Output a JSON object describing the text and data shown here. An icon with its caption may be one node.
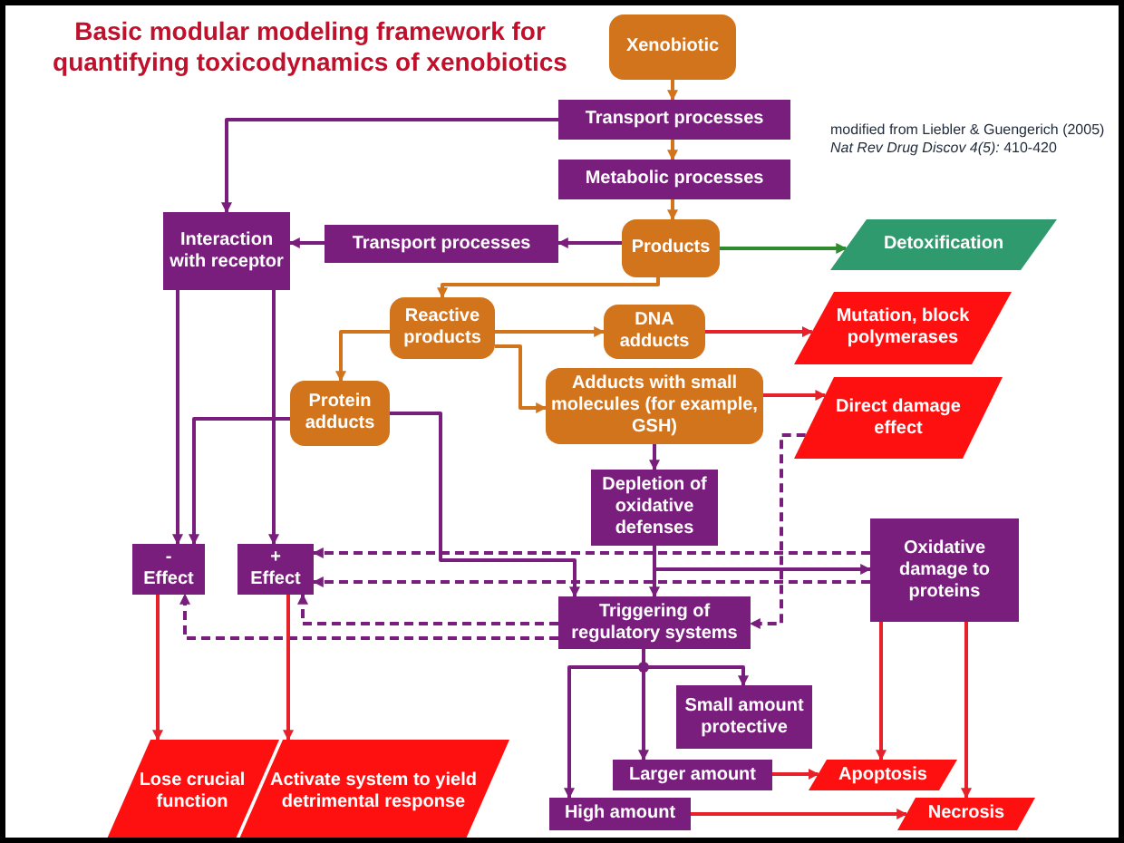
{
  "diagram": {
    "title": "Basic modular modeling framework for quantifying toxicodynamics of xenobiotics",
    "nodes": [
      {
        "text": [
          "Xenobiotic"
        ]
      },
      {
        "text": [
          "Transport processes"
        ]
      },
      {
        "text": [
          "Metabolic processes"
        ]
      },
      {
        "text": [
          "Products"
        ]
      },
      {
        "text": [
          "Detoxification"
        ]
      },
      {
        "text": [
          "Interaction with receptor"
        ]
      },
      {
        "text": [
          "Transport processes"
        ]
      },
      {
        "text": [
          "Reactive products"
        ]
      },
      {
        "text": [
          "DNA adducts"
        ]
      },
      {
        "text": [
          "Mutation, block polymerases"
        ]
      },
      {
        "text": [
          "Protein adducts"
        ]
      },
      {
        "text": [
          "Adducts with small molecules (for example, GSH)"
        ]
      },
      {
        "text": [
          "Direct damage effect"
        ]
      },
      {
        "text": [
          "Depletion of oxidative defenses"
        ]
      },
      {
        "text": [
          "-",
          "Effect"
        ]
      },
      {
        "text": [
          "+",
          "Effect"
        ]
      },
      {
        "text": [
          "Oxidative damage to proteins"
        ]
      },
      {
        "text": [
          "Triggering of regulatory systems"
        ]
      },
      {
        "text": [
          "Small amount protective"
        ]
      },
      {
        "text": [
          "Larger amount"
        ]
      },
      {
        "text": [
          "Apoptosis"
        ]
      },
      {
        "text": [
          "High amount"
        ]
      },
      {
        "text": [
          "Necrosis"
        ]
      },
      {
        "text": [
          "Lose crucial function"
        ]
      },
      {
        "text": [
          "Activate system to yield detrimental response"
        ]
      }
    ],
    "edges": [
      {
        "from": 0,
        "to": 1,
        "arrow": "to",
        "color": "#d2741c"
      },
      {
        "from": 1,
        "to": 2,
        "arrow": "to",
        "color": "#d2741c"
      },
      {
        "from": 2,
        "to": 3,
        "arrow": "to",
        "color": "#d2741c"
      },
      {
        "from": 1,
        "to": 5,
        "arrow": "to"
      },
      {
        "from": 3,
        "to": 6,
        "arrow": "to"
      },
      {
        "from": 6,
        "to": 5,
        "arrow": "to"
      },
      {
        "from": 3,
        "to": 4,
        "arrow": "to",
        "color": "#2e8b2e"
      },
      {
        "from": 3,
        "to": 7,
        "arrow": "to",
        "color": "#d2741c"
      },
      {
        "from": 7,
        "to": 8,
        "arrow": "to",
        "color": "#d2741c"
      },
      {
        "from": 7,
        "to": 10,
        "arrow": "to",
        "color": "#d2741c"
      },
      {
        "from": 7,
        "to": 11,
        "arrow": "to",
        "color": "#d2741c"
      },
      {
        "from": 8,
        "to": 9,
        "arrow": "to",
        "color": "#e8202a"
      },
      {
        "from": 11,
        "to": 12,
        "arrow": "to",
        "color": "#e8202a"
      },
      {
        "from": 11,
        "to": 13,
        "arrow": "to"
      },
      {
        "from": 5,
        "to": 14,
        "arrow": "to"
      },
      {
        "from": 5,
        "to": 15,
        "arrow": "to"
      },
      {
        "from": 10,
        "to": 14,
        "arrow": "to"
      },
      {
        "from": 10,
        "to": 17,
        "arrow": "to"
      },
      {
        "from": 13,
        "to": 17,
        "arrow": "to"
      },
      {
        "from": 13,
        "to": 16,
        "arrow": "to"
      },
      {
        "from": 16,
        "to": 15,
        "arrow": "to",
        "style": "dashed"
      },
      {
        "from": 16,
        "to": 15,
        "arrow": "to",
        "style": "dashed"
      },
      {
        "from": 17,
        "to": 14,
        "arrow": "to",
        "style": "dashed"
      },
      {
        "from": 17,
        "to": 15,
        "arrow": "to",
        "style": "dashed"
      },
      {
        "from": 12,
        "to": 17,
        "arrow": "to",
        "style": "dashed"
      },
      {
        "from": 17,
        "to": 18,
        "arrow": "to"
      },
      {
        "from": 17,
        "to": 19,
        "arrow": "to"
      },
      {
        "from": 17,
        "to": 21,
        "arrow": "to"
      },
      {
        "from": 19,
        "to": 20,
        "arrow": "to",
        "color": "#e8202a"
      },
      {
        "from": 21,
        "to": 22,
        "arrow": "to",
        "color": "#e8202a"
      },
      {
        "from": 16,
        "to": 20,
        "arrow": "to",
        "color": "#e8202a"
      },
      {
        "from": 16,
        "to": 22,
        "arrow": "to",
        "color": "#e8202a"
      },
      {
        "from": 14,
        "to": 23,
        "arrow": "to",
        "color": "#e8202a"
      },
      {
        "from": 15,
        "to": 24,
        "arrow": "to",
        "color": "#e8202a"
      }
    ],
    "labels": [
      "modified from Liebler & Guengerich (2005)",
      "*Nat Rev Drug Discov 4(5):* 410-420"
    ]
  }
}
